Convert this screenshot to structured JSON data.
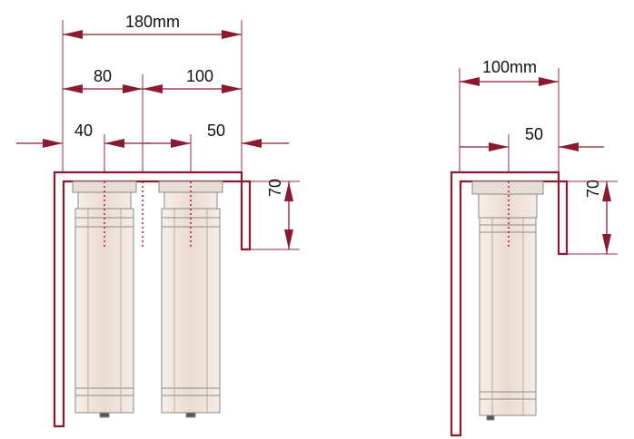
{
  "colors": {
    "bracket": "#8b1a2e",
    "dim_line": "#8b1a2e",
    "ext_line": "#9a2a3c",
    "cylinder_fill": "#f1e6de",
    "cylinder_stroke": "#8a8a8a",
    "centerline": "#c8102e",
    "label": "#111111"
  },
  "left_assembly": {
    "overall_width": "180mm",
    "left_section": "80",
    "right_section": "100",
    "left_offset": "40",
    "right_offset": "50",
    "height": "70"
  },
  "right_assembly": {
    "overall_width": "100mm",
    "offset": "50",
    "height": "70"
  }
}
